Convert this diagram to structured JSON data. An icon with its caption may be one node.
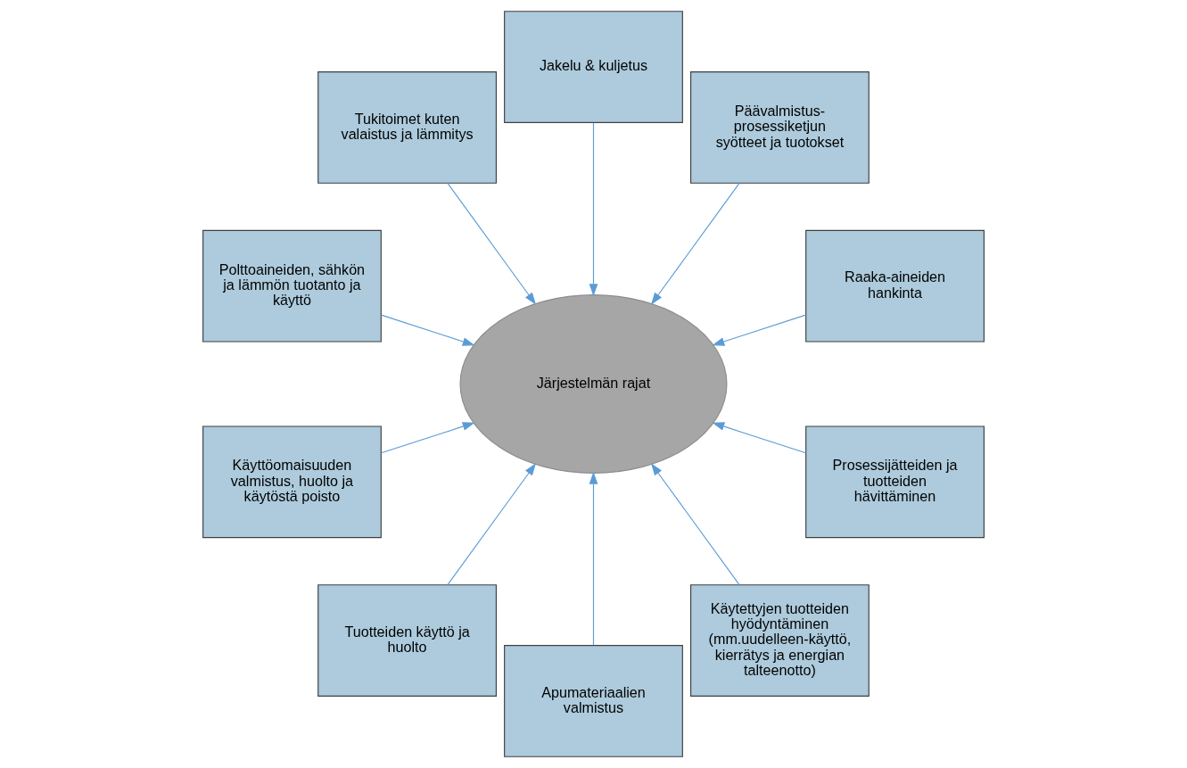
{
  "diagram": {
    "nodes": [
      {
        "text": [
          "Raaka-aineiden hankinta"
        ]
      },
      {
        "text": [
          "Päävalmistus-prosessiketjun syötteet ja tuotokset"
        ]
      },
      {
        "text": [
          "Jakelu & kuljetus"
        ]
      },
      {
        "text": [
          "Tukitoimet kuten valaistus ja lämmitys"
        ]
      },
      {
        "text": [
          "Polttoaineiden, sähkön ja lämmön tuotanto ja käyttö"
        ]
      },
      {
        "text": [
          "Järjestelmän rajat"
        ]
      },
      {
        "text": [
          "Käyttöomaisuuden valmistus, huolto ja käytöstä poisto"
        ]
      },
      {
        "text": [
          "Tuotteiden käyttö ja huolto"
        ]
      },
      {
        "text": [
          "Apumateriaalien valmistus"
        ]
      },
      {
        "text": [
          "Käytettyjen tuotteiden hyödyntäminen (mm.uudelleen-käyttö, kierrätys ja energian talteenotto)"
        ]
      },
      {
        "text": [
          "Prosessijätteiden ja tuotteiden hävittäminen"
        ]
      }
    ],
    "edges": [
      {
        "from": 0,
        "to": 5,
        "arrow": "to"
      },
      {
        "from": 1,
        "to": 5,
        "arrow": "to"
      },
      {
        "from": 2,
        "to": 5,
        "arrow": "to"
      },
      {
        "from": 4,
        "to": 5,
        "arrow": "to"
      },
      {
        "from": 7,
        "to": 5,
        "arrow": "to"
      },
      {
        "from": 10,
        "to": 5,
        "arrow": "to"
      },
      {
        "from": 9,
        "to": 5,
        "arrow": "to"
      },
      {
        "from": 8,
        "to": 5,
        "arrow": "to"
      },
      {
        "from": 6,
        "to": 5,
        "arrow": "to"
      },
      {
        "from": 3,
        "to": 5,
        "arrow": "to"
      }
    ]
  }
}
